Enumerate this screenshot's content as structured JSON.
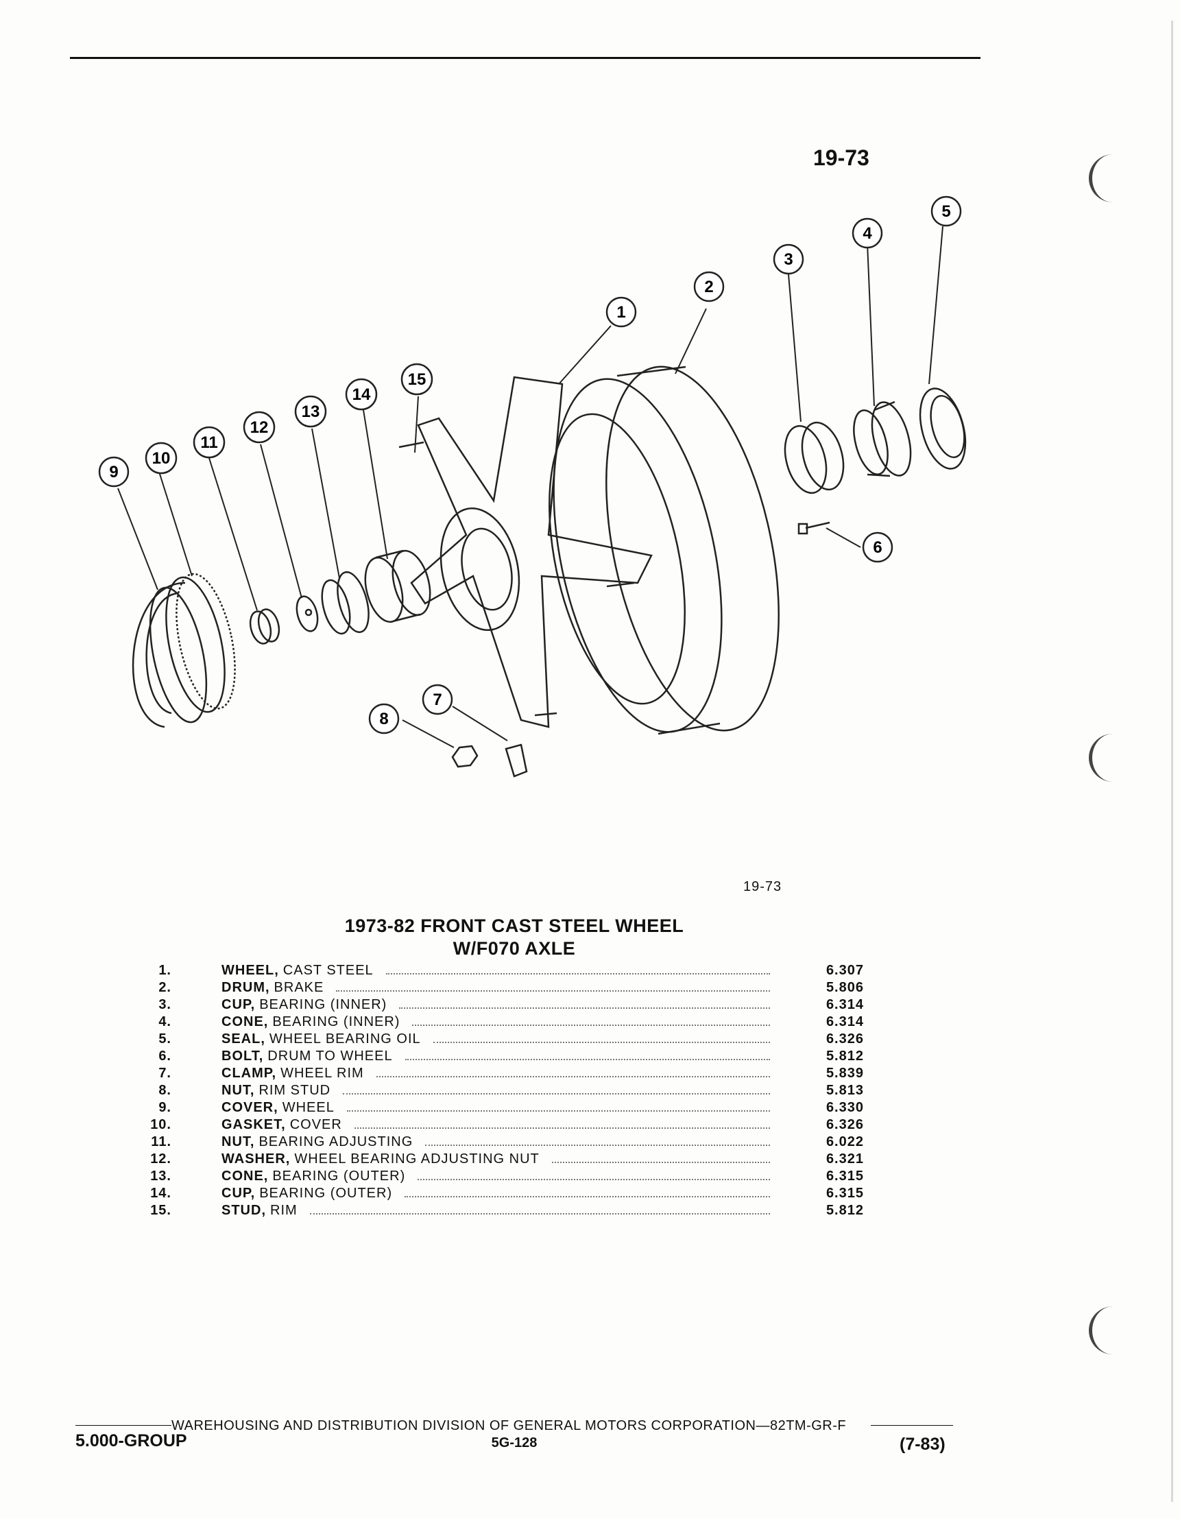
{
  "figure_code": "19-73",
  "diagram_callouts": [
    "1",
    "2",
    "3",
    "4",
    "5",
    "6",
    "7",
    "8",
    "9",
    "10",
    "11",
    "12",
    "13",
    "14",
    "15"
  ],
  "figure_caption_code": "19-73",
  "title_line1": "1973-82 FRONT CAST STEEL WHEEL",
  "title_line2": "W/F070 AXLE",
  "parts": [
    {
      "num": "1.",
      "name": "WHEEL,",
      "qualifier": "CAST STEEL",
      "ref": "6.307"
    },
    {
      "num": "2.",
      "name": "DRUM,",
      "qualifier": "BRAKE",
      "ref": "5.806"
    },
    {
      "num": "3.",
      "name": "CUP,",
      "qualifier": "BEARING (INNER)",
      "ref": "6.314"
    },
    {
      "num": "4.",
      "name": "CONE,",
      "qualifier": "BEARING (INNER)",
      "ref": "6.314"
    },
    {
      "num": "5.",
      "name": "SEAL,",
      "qualifier": "WHEEL BEARING OIL",
      "ref": "6.326"
    },
    {
      "num": "6.",
      "name": "BOLT,",
      "qualifier": "DRUM TO WHEEL",
      "ref": "5.812"
    },
    {
      "num": "7.",
      "name": "CLAMP,",
      "qualifier": "WHEEL RIM",
      "ref": "5.839"
    },
    {
      "num": "8.",
      "name": "NUT,",
      "qualifier": "RIM STUD",
      "ref": "5.813"
    },
    {
      "num": "9.",
      "name": "COVER,",
      "qualifier": "WHEEL",
      "ref": "6.330"
    },
    {
      "num": "10.",
      "name": "GASKET,",
      "qualifier": "COVER",
      "ref": "6.326"
    },
    {
      "num": "11.",
      "name": "NUT,",
      "qualifier": "BEARING ADJUSTING",
      "ref": "6.022"
    },
    {
      "num": "12.",
      "name": "WASHER,",
      "qualifier": "WHEEL BEARING ADJUSTING NUT",
      "ref": "6.321"
    },
    {
      "num": "13.",
      "name": "CONE,",
      "qualifier": "BEARING (OUTER)",
      "ref": "6.315"
    },
    {
      "num": "14.",
      "name": "CUP,",
      "qualifier": "BEARING (OUTER)",
      "ref": "6.315"
    },
    {
      "num": "15.",
      "name": "STUD,",
      "qualifier": "RIM",
      "ref": "5.812"
    }
  ],
  "footer": {
    "division": "WAREHOUSING AND DISTRIBUTION  DIVISION OF GENERAL MOTORS CORPORATION—82TM-GR-F",
    "group": "5.000-GROUP",
    "page": "5G-128",
    "date": "(7-83)"
  }
}
